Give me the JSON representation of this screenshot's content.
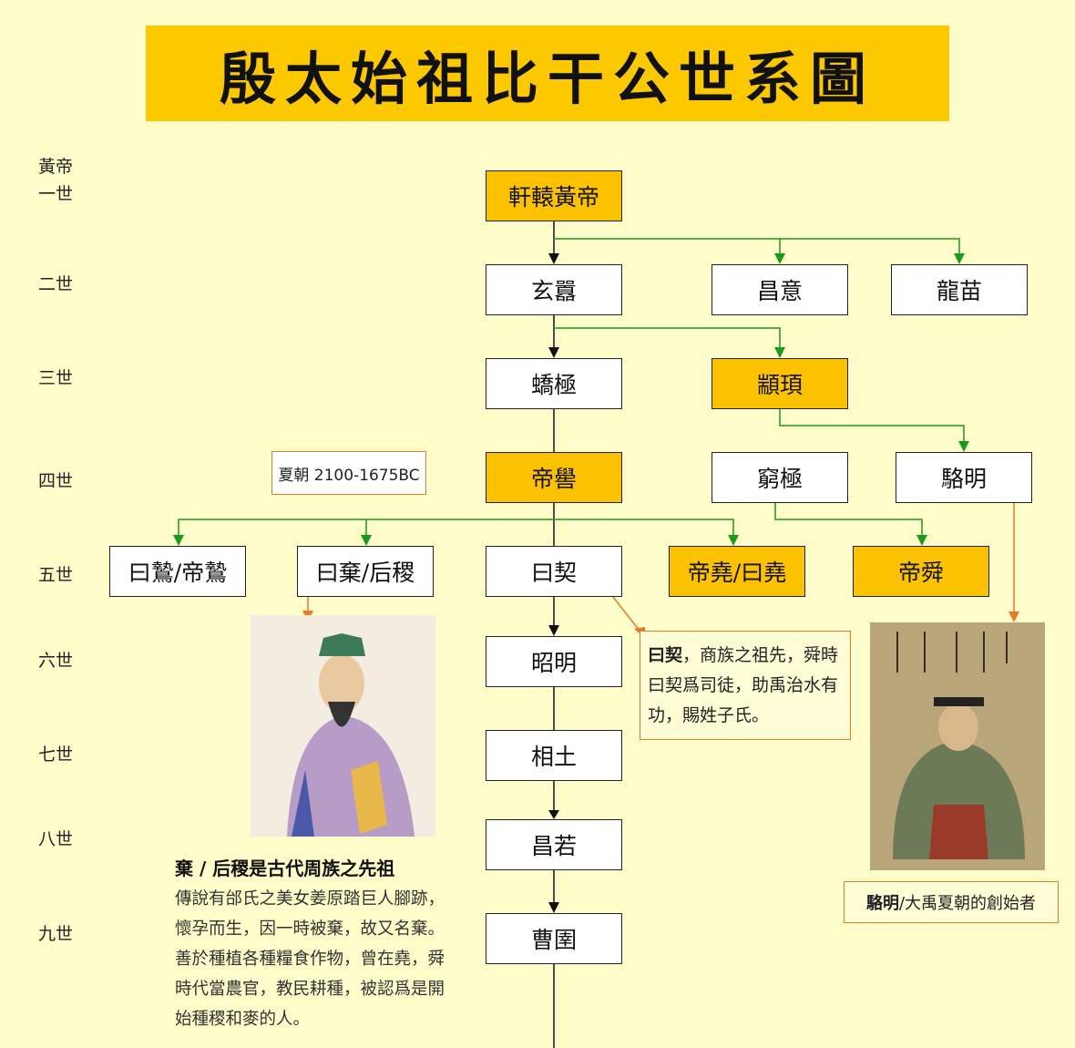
{
  "title": "殷太始祖比干公世系圖",
  "generations": [
    "黃帝\n一世",
    "二世",
    "三世",
    "四世",
    "五世",
    "六世",
    "七世",
    "八世",
    "九世"
  ],
  "nodes": {
    "xuanyuan": "軒轅黃帝",
    "xuanxiao": "玄囂",
    "changyi": "昌意",
    "longmiao": "龍苗",
    "jiaoji": "蟜極",
    "zhuanxu": "顓頊",
    "diku": "帝嚳",
    "qiongji": "窮極",
    "luoming": "駱明",
    "zhi": "曰鷙/帝鷙",
    "qi": "曰棄/后稷",
    "xie": "曰契",
    "yao": "帝堯/曰堯",
    "shun": "帝舜",
    "zhaoming": "昭明",
    "xiangtu": "相土",
    "changruo": "昌若",
    "caoyu": "曹圉"
  },
  "notes": {
    "xia": "夏朝 2100-1675BC",
    "xie_title": "曰契",
    "xie_text": "，商族之祖先，舜時曰契爲司徒，助禹治水有功，賜姓子氏。",
    "luoming_title": "駱明",
    "luoming_text": "/大禹夏朝的創始者",
    "qi_title": "棄 / 后稷是古代周族之先祖",
    "qi_text": "傳說有邰氏之美女姜原踏巨人腳跡，懷孕而生，因一時被棄，故又名棄。善於種植各種糧食作物，曾在堯，舜時代當農官，教民耕種，被認爲是開始種稷和麥的人。"
  },
  "colors": {
    "gold": "#fcc200",
    "green": "#1a9a1a",
    "orange": "#e87a2a"
  }
}
